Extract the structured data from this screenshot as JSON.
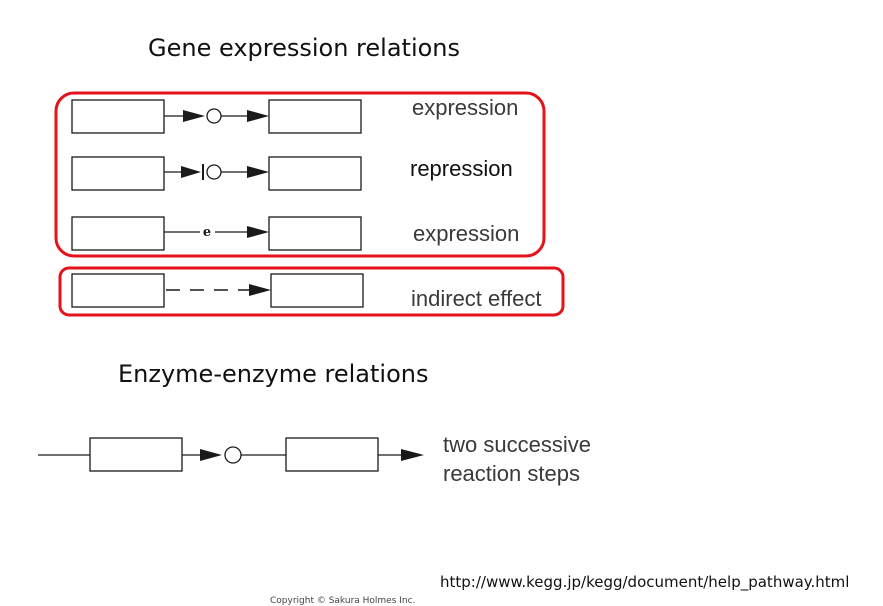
{
  "gene_section": {
    "title": "Gene expression relations",
    "rows": [
      {
        "label": "expression"
      },
      {
        "label": "repression"
      },
      {
        "label": "expression",
        "marker_letter": "e"
      },
      {
        "label": "indirect effect"
      }
    ]
  },
  "enzyme_section": {
    "title": "Enzyme-enzyme relations",
    "label_line1": "two successive",
    "label_line2": "reaction steps"
  },
  "source_url": "http://www.kegg.jp/kegg/document/help_pathway.html",
  "copyright": "Copyright © Sakura Holmes Inc.",
  "colors": {
    "highlight_border": "#e3121b",
    "line": "#1a1a1a"
  }
}
